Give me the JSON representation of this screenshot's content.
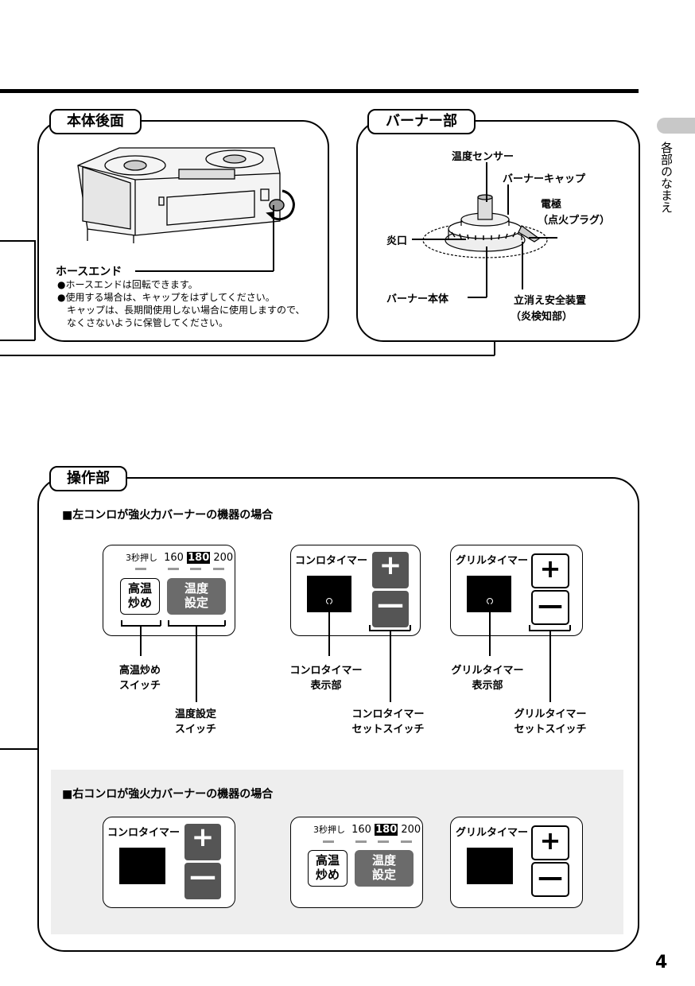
{
  "side_tab": "各部のなまえ",
  "page_number": "4",
  "rear": {
    "tab": "本体後面",
    "hose_label": "ホースエンド",
    "notes": [
      "●ホースエンドは回転できます。",
      "●使用する場合は、キャップをはずしてください。",
      "キャップは、長期間使用しない場合に使用しますので、",
      "なくさないように保管してください。"
    ]
  },
  "burner": {
    "tab": "バーナー部",
    "labels": {
      "temp_sensor": "温度センサー",
      "burner_cap": "バーナーキャップ",
      "electrode": "電極",
      "ignition_plug": "（点火プラグ）",
      "flame_port": "炎口",
      "burner_body": "バーナー本体",
      "safety_device": "立消え安全装置",
      "flame_detector": "（炎検知部）"
    }
  },
  "ops": {
    "tab": "操作部",
    "left_heading": "■左コンロが強火力バーナーの機器の場合",
    "right_heading": "■右コンロが強火力バーナーの機器の場合",
    "press3": "3秒押し",
    "t160": "160",
    "t180": "180",
    "t200": "200",
    "high_temp_btn_1": "高温",
    "high_temp_btn_2": "炒め",
    "temp_set_btn_1": "温度",
    "temp_set_btn_2": "設定",
    "konro_timer": "コンロタイマー",
    "grill_timer": "グリルタイマー",
    "plus": "+",
    "minus": "—",
    "callouts": {
      "high_temp_1": "高温炒め",
      "high_temp_2": "スイッチ",
      "temp_set_1": "温度設定",
      "temp_set_2": "スイッチ",
      "konro_disp_1": "コンロタイマー",
      "konro_disp_2": "表示部",
      "konro_set_1": "コンロタイマー",
      "konro_set_2": "セットスイッチ",
      "grill_disp_1": "グリルタイマー",
      "grill_disp_2": "表示部",
      "grill_set_1": "グリルタイマー",
      "grill_set_2": "セットスイッチ"
    }
  }
}
